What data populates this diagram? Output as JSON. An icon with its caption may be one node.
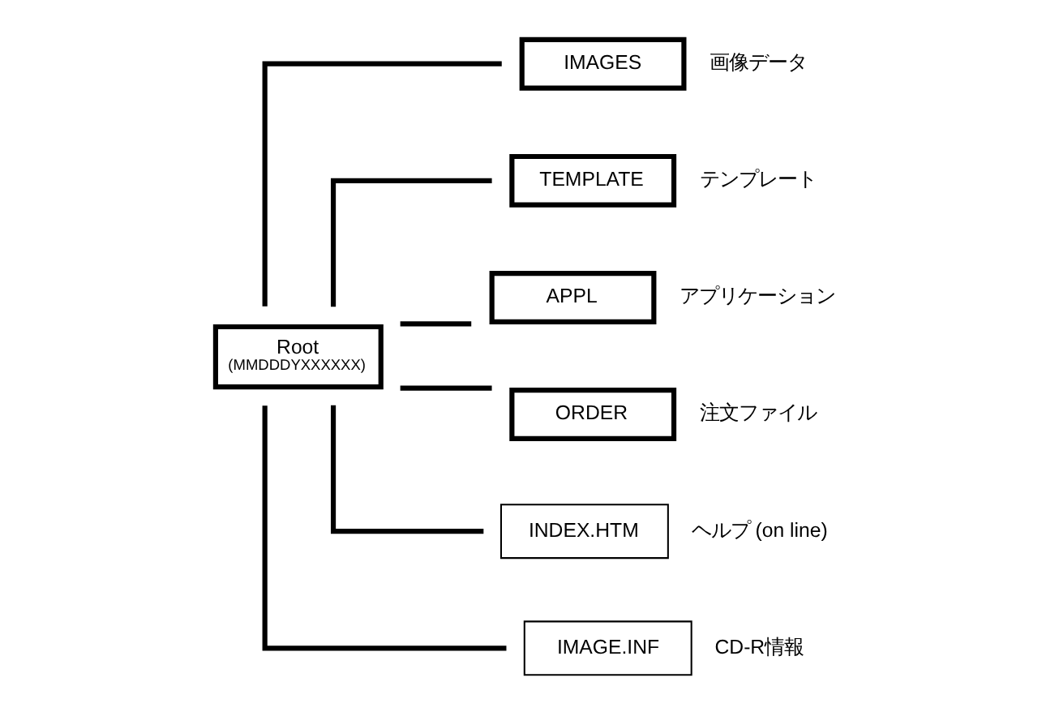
{
  "diagram": {
    "nodes": [
      {
        "text": [
          "Root",
          "(MMDDDYXXXXXX)"
        ]
      },
      {
        "text": [
          "IMAGES"
        ],
        "beside": [
          "画像データ"
        ]
      },
      {
        "text": [
          "TEMPLATE"
        ],
        "beside": [
          "テンプレート"
        ]
      },
      {
        "text": [
          "APPL"
        ],
        "beside": [
          "アプリケーション"
        ]
      },
      {
        "text": [
          "ORDER"
        ],
        "beside": [
          "注文ファイル"
        ]
      },
      {
        "text": [
          "INDEX.HTM"
        ],
        "beside": [
          "ヘルプ (on line)"
        ]
      },
      {
        "text": [
          "IMAGE.INF"
        ],
        "beside": [
          "CD-R情報"
        ]
      }
    ],
    "edges": [
      {
        "from": 0,
        "to": 1,
        "arrow": "none"
      },
      {
        "from": 0,
        "to": 2,
        "arrow": "none"
      },
      {
        "from": 0,
        "to": 3,
        "arrow": "none"
      },
      {
        "from": 0,
        "to": 4,
        "arrow": "none"
      },
      {
        "from": 0,
        "to": 5,
        "arrow": "none"
      },
      {
        "from": 0,
        "to": 6,
        "arrow": "none"
      }
    ]
  }
}
